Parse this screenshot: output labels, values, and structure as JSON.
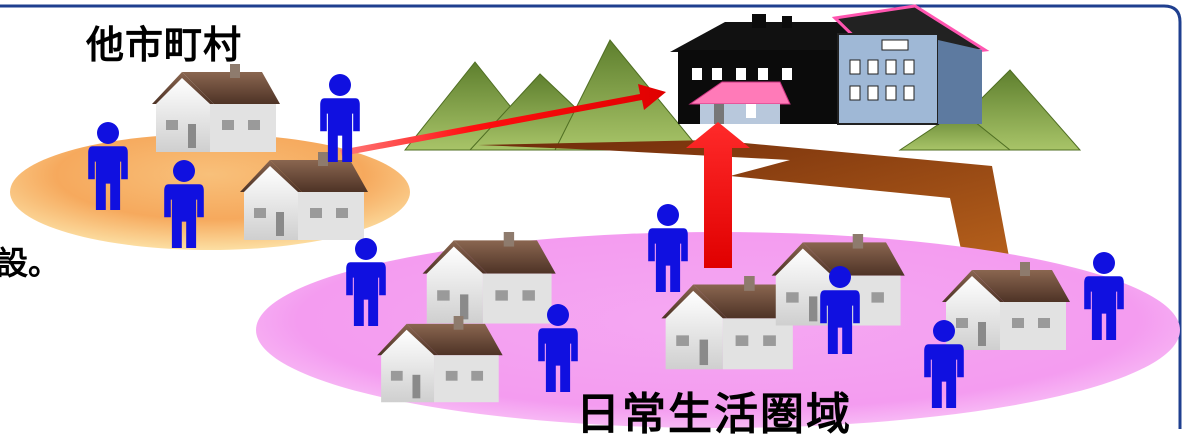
{
  "labels": {
    "other_municipalities": "他市町村",
    "daily_life_area": "日常生活圏域",
    "cutoff_text": "設。"
  },
  "colors": {
    "frame": "#1f3f8f",
    "other_area_fill": "#f5a85a",
    "daily_area_fill": "#f39af0",
    "person": "#1010e0",
    "arrow": "#ff1a1a",
    "road": "#8a3d10",
    "mountain": "#7aa040",
    "house_roof": "#6b4a3a",
    "facility_dark": "#0b0b0b",
    "facility_light": "#9fb8d6",
    "facility_roof_trim": "#ff55b0"
  },
  "icons": [
    "person-icon",
    "house-icon",
    "facility-icon",
    "mountain-icon",
    "arrow-icon"
  ]
}
